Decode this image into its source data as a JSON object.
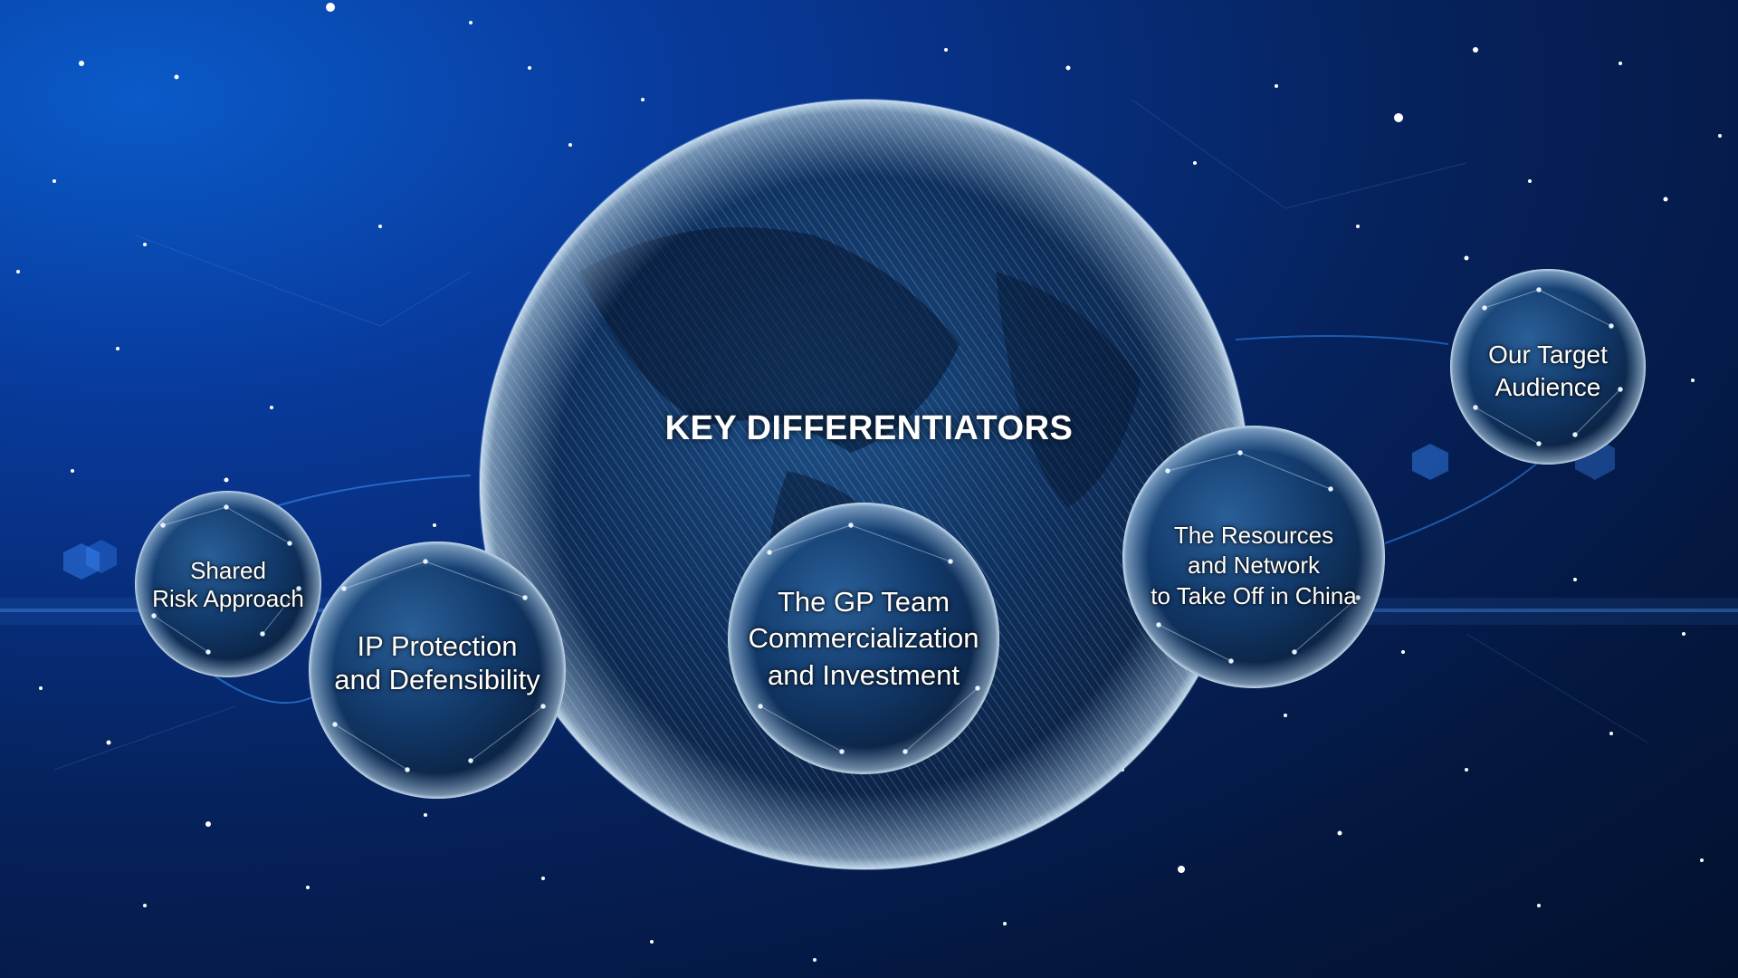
{
  "title": "KEY DIFFERENTIATORS",
  "spheres": [
    {
      "line1": "Shared",
      "line2": "Risk Approach"
    },
    {
      "line1": "IP Protection",
      "line2": "and Defensibility"
    },
    {
      "line1": "The GP Team",
      "line2": "Commercialization",
      "line3": "and Investment"
    },
    {
      "line1": "The Resources",
      "line2": "and Network",
      "line3": "to Take Off in China"
    },
    {
      "line1": "Our Target",
      "line2": "Audience"
    }
  ],
  "colors": {
    "background_light": "#0a5ac9",
    "background_dark": "#03112e",
    "orbit_line": "#2f7fe0",
    "sphere_fill": "#0b2347",
    "text": "#ffffff"
  }
}
